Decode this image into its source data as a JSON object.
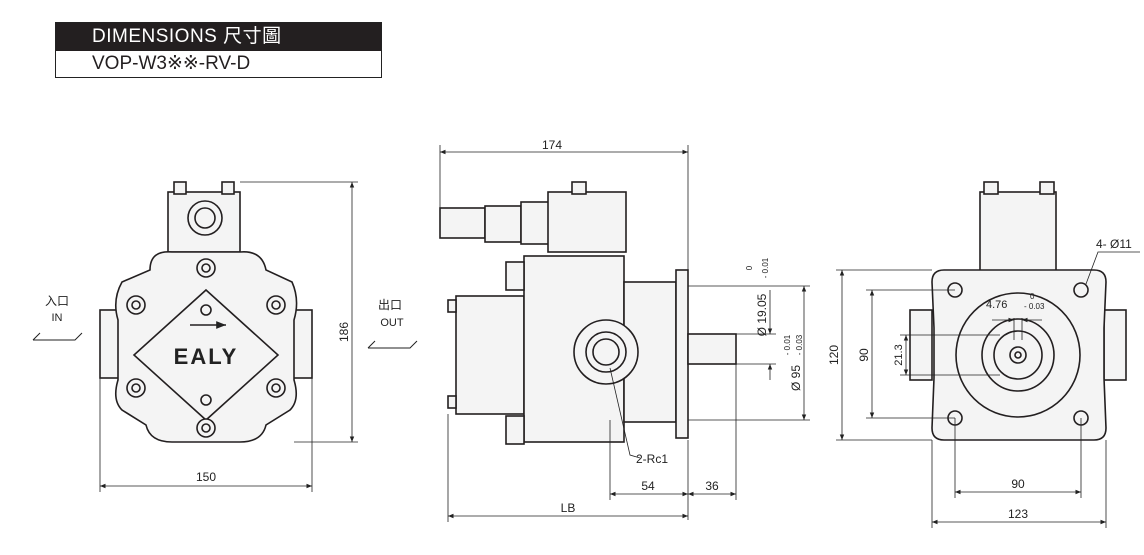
{
  "header": {
    "title": "DIMENSIONS 尺寸圖",
    "model": "VOP-W3※※-RV-D"
  },
  "front_view": {
    "inlet_zh": "入口",
    "inlet_en": "IN",
    "outlet_zh": "出口",
    "outlet_en": "OUT",
    "brand": "EALY",
    "dim_height": "186",
    "dim_width": "150"
  },
  "side_view": {
    "dim_total": "174",
    "dim_shaft_dia": "Ø 19.05",
    "tol_shaft_upper": "0",
    "tol_shaft_lower": "- 0.01",
    "dim_pilot_dia": "Ø 95",
    "tol_pilot_upper": "- 0.01",
    "tol_pilot_lower": "- 0.03",
    "port_label": "2-Rc1",
    "dim_54": "54",
    "dim_36": "36",
    "dim_lb": "LB"
  },
  "rear_view": {
    "holes_label": "4- Ø11",
    "key_width": "4.76",
    "tol_key_upper": "0",
    "tol_key_lower": "- 0.03",
    "dim_213": "21.3",
    "dim_90v": "90",
    "dim_120": "120",
    "dim_90h": "90",
    "dim_123": "123"
  },
  "colors": {
    "line": "#231f20",
    "body": "#f4f4f4",
    "header_bg": "#231f20"
  }
}
